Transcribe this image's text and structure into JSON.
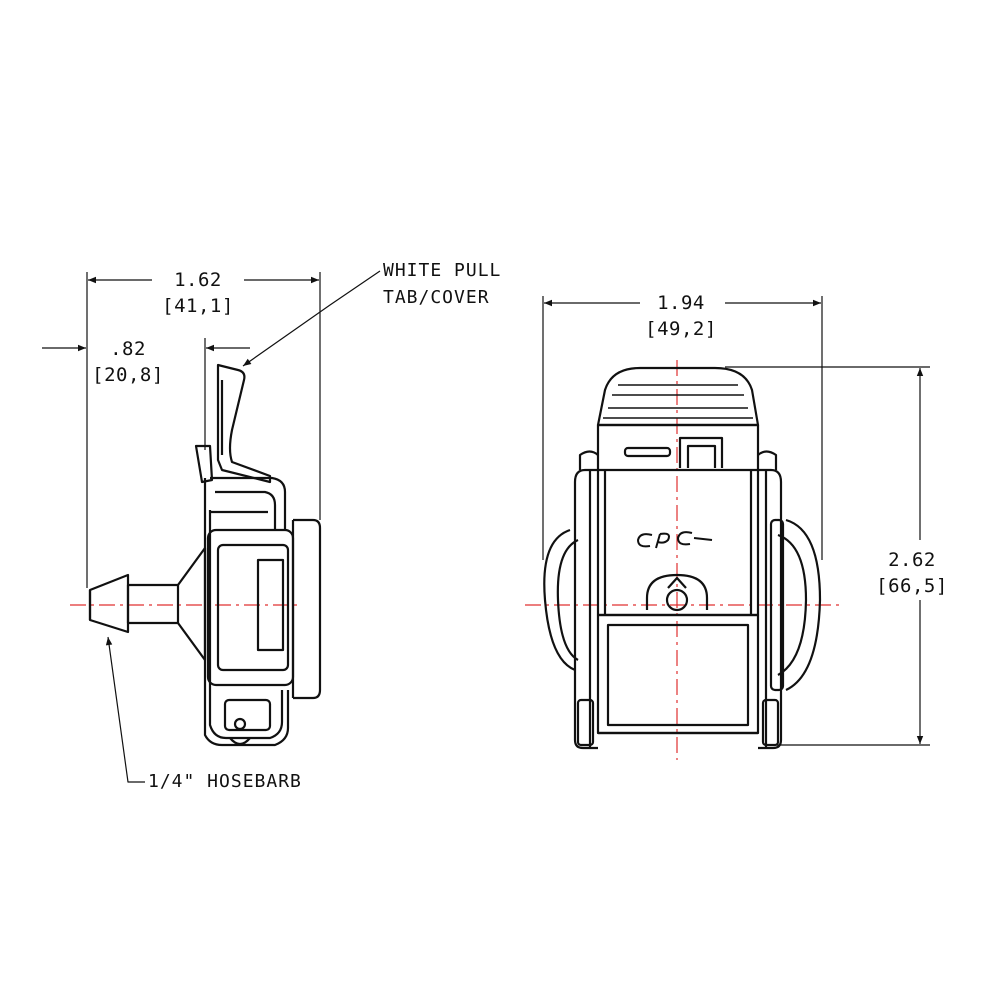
{
  "side_view": {
    "overall_width": {
      "inch": "1.62",
      "mm": "[41,1]"
    },
    "barb_offset": {
      "inch": ".82",
      "mm": "[20,8]"
    },
    "callout_pull_tab": {
      "line1": "WHITE PULL",
      "line2": "TAB/COVER"
    },
    "callout_hosebarb": "1/4\" HOSEBARB"
  },
  "front_view": {
    "width": {
      "inch": "1.94",
      "mm": "[49,2]"
    },
    "height": {
      "inch": "2.62",
      "mm": "[66,5]"
    },
    "logo": "CPC"
  },
  "colors": {
    "line": "#111111",
    "centerline": "#e03030",
    "background": "#ffffff"
  }
}
